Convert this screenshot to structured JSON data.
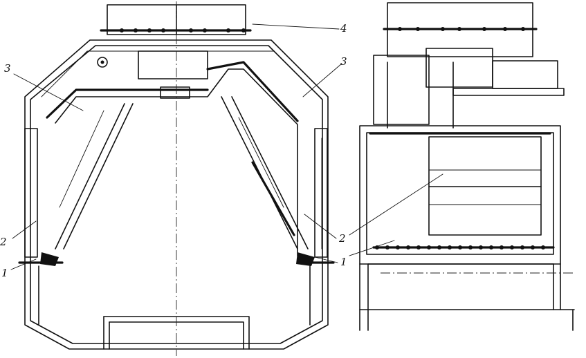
{
  "callouts": {
    "front_left": [
      "3",
      "2",
      "1"
    ],
    "front_right": [
      "3",
      "2",
      "1"
    ],
    "top": "4"
  },
  "colors": {
    "ink": "#111111",
    "paper": "#ffffff"
  }
}
